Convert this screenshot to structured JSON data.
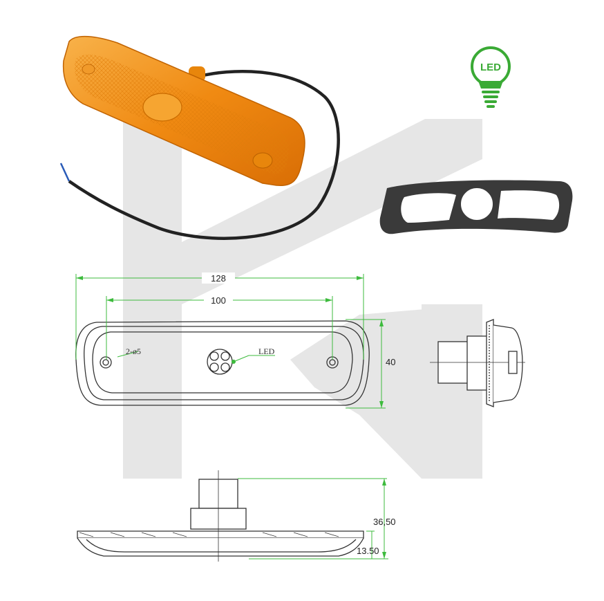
{
  "dimensions": {
    "overall_length": "128",
    "hole_spacing": "100",
    "height": "40",
    "hole_spec": "2-ø5",
    "led_label": "LED",
    "total_depth": "36,50",
    "body_depth": "13.50"
  },
  "badge": {
    "text": "LED",
    "color": "#3aaa35"
  },
  "colors": {
    "lamp_amber": "#f39a1c",
    "dimension_line": "#3dbb3d",
    "outline": "#333333",
    "watermark": "#e6e6e6",
    "gasket": "#444444"
  },
  "icons": [
    "led-bulb-icon",
    "watermark-logo"
  ]
}
